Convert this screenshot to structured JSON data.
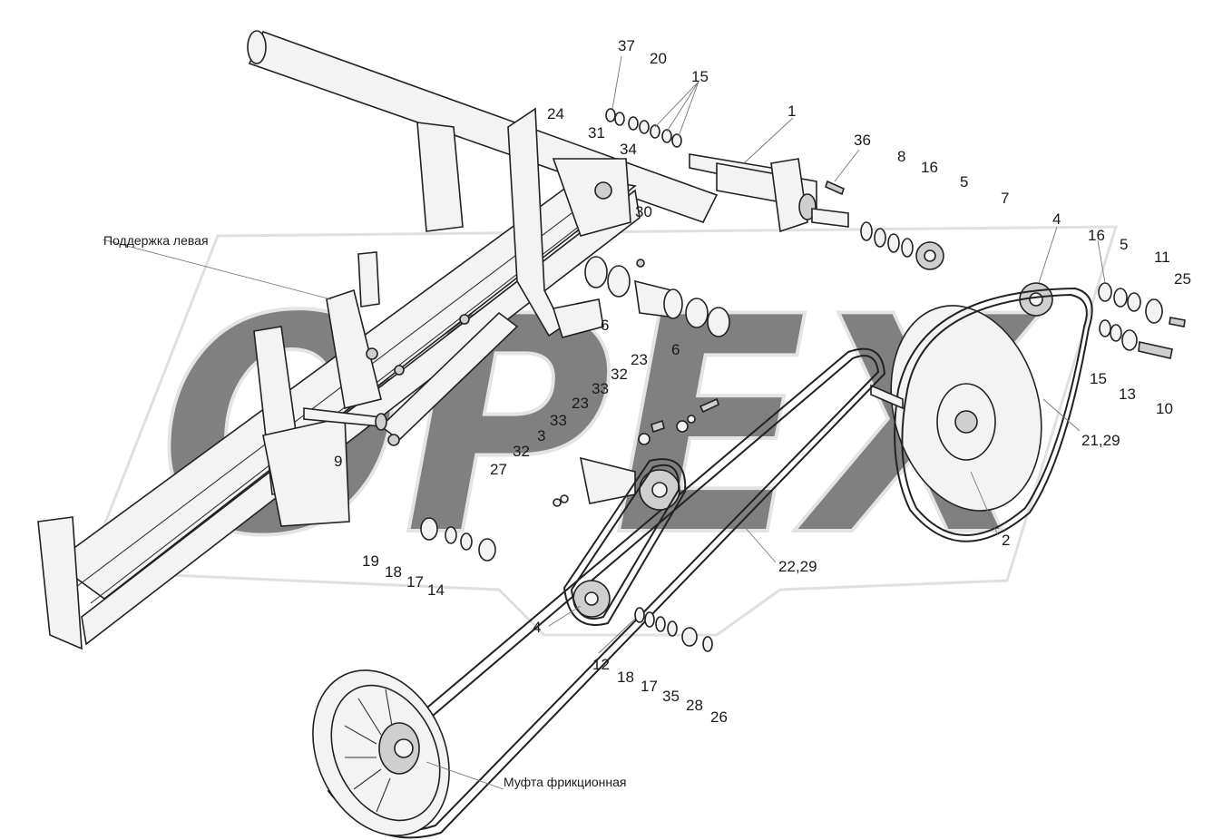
{
  "watermark": {
    "text": "OPEX",
    "color": "#d6d6d6"
  },
  "names": {
    "support_left": "Поддержка левая",
    "friction_clutch": "Муфта фрикционная"
  },
  "callouts": [
    {
      "id": "c37",
      "text": "37"
    },
    {
      "id": "c20",
      "text": "20"
    },
    {
      "id": "c15a",
      "text": "15"
    },
    {
      "id": "c24",
      "text": "24"
    },
    {
      "id": "c31",
      "text": "31"
    },
    {
      "id": "c34",
      "text": "34"
    },
    {
      "id": "c1",
      "text": "1"
    },
    {
      "id": "c36",
      "text": "36"
    },
    {
      "id": "c8",
      "text": "8"
    },
    {
      "id": "c16a",
      "text": "16"
    },
    {
      "id": "c5a",
      "text": "5"
    },
    {
      "id": "c7",
      "text": "7"
    },
    {
      "id": "c30",
      "text": "30"
    },
    {
      "id": "c4a",
      "text": "4"
    },
    {
      "id": "c16b",
      "text": "16"
    },
    {
      "id": "c5b",
      "text": "5"
    },
    {
      "id": "c11",
      "text": "11"
    },
    {
      "id": "c25",
      "text": "25"
    },
    {
      "id": "c6a",
      "text": "6"
    },
    {
      "id": "c6b",
      "text": "6"
    },
    {
      "id": "c23a",
      "text": "23"
    },
    {
      "id": "c32a",
      "text": "32"
    },
    {
      "id": "c33a",
      "text": "33"
    },
    {
      "id": "c23b",
      "text": "23"
    },
    {
      "id": "c33b",
      "text": "33"
    },
    {
      "id": "c3",
      "text": "3"
    },
    {
      "id": "c32b",
      "text": "32"
    },
    {
      "id": "c15b",
      "text": "15"
    },
    {
      "id": "c13",
      "text": "13"
    },
    {
      "id": "c10",
      "text": "10"
    },
    {
      "id": "c2129",
      "text": "21,29"
    },
    {
      "id": "c9",
      "text": "9"
    },
    {
      "id": "c27",
      "text": "27"
    },
    {
      "id": "c2",
      "text": "2"
    },
    {
      "id": "c2229",
      "text": "22,29"
    },
    {
      "id": "c19",
      "text": "19"
    },
    {
      "id": "c18a",
      "text": "18"
    },
    {
      "id": "c17a",
      "text": "17"
    },
    {
      "id": "c14",
      "text": "14"
    },
    {
      "id": "c4b",
      "text": "4"
    },
    {
      "id": "c12",
      "text": "12"
    },
    {
      "id": "c18b",
      "text": "18"
    },
    {
      "id": "c17b",
      "text": "17"
    },
    {
      "id": "c35",
      "text": "35"
    },
    {
      "id": "c28",
      "text": "28"
    },
    {
      "id": "c26",
      "text": "26"
    }
  ]
}
